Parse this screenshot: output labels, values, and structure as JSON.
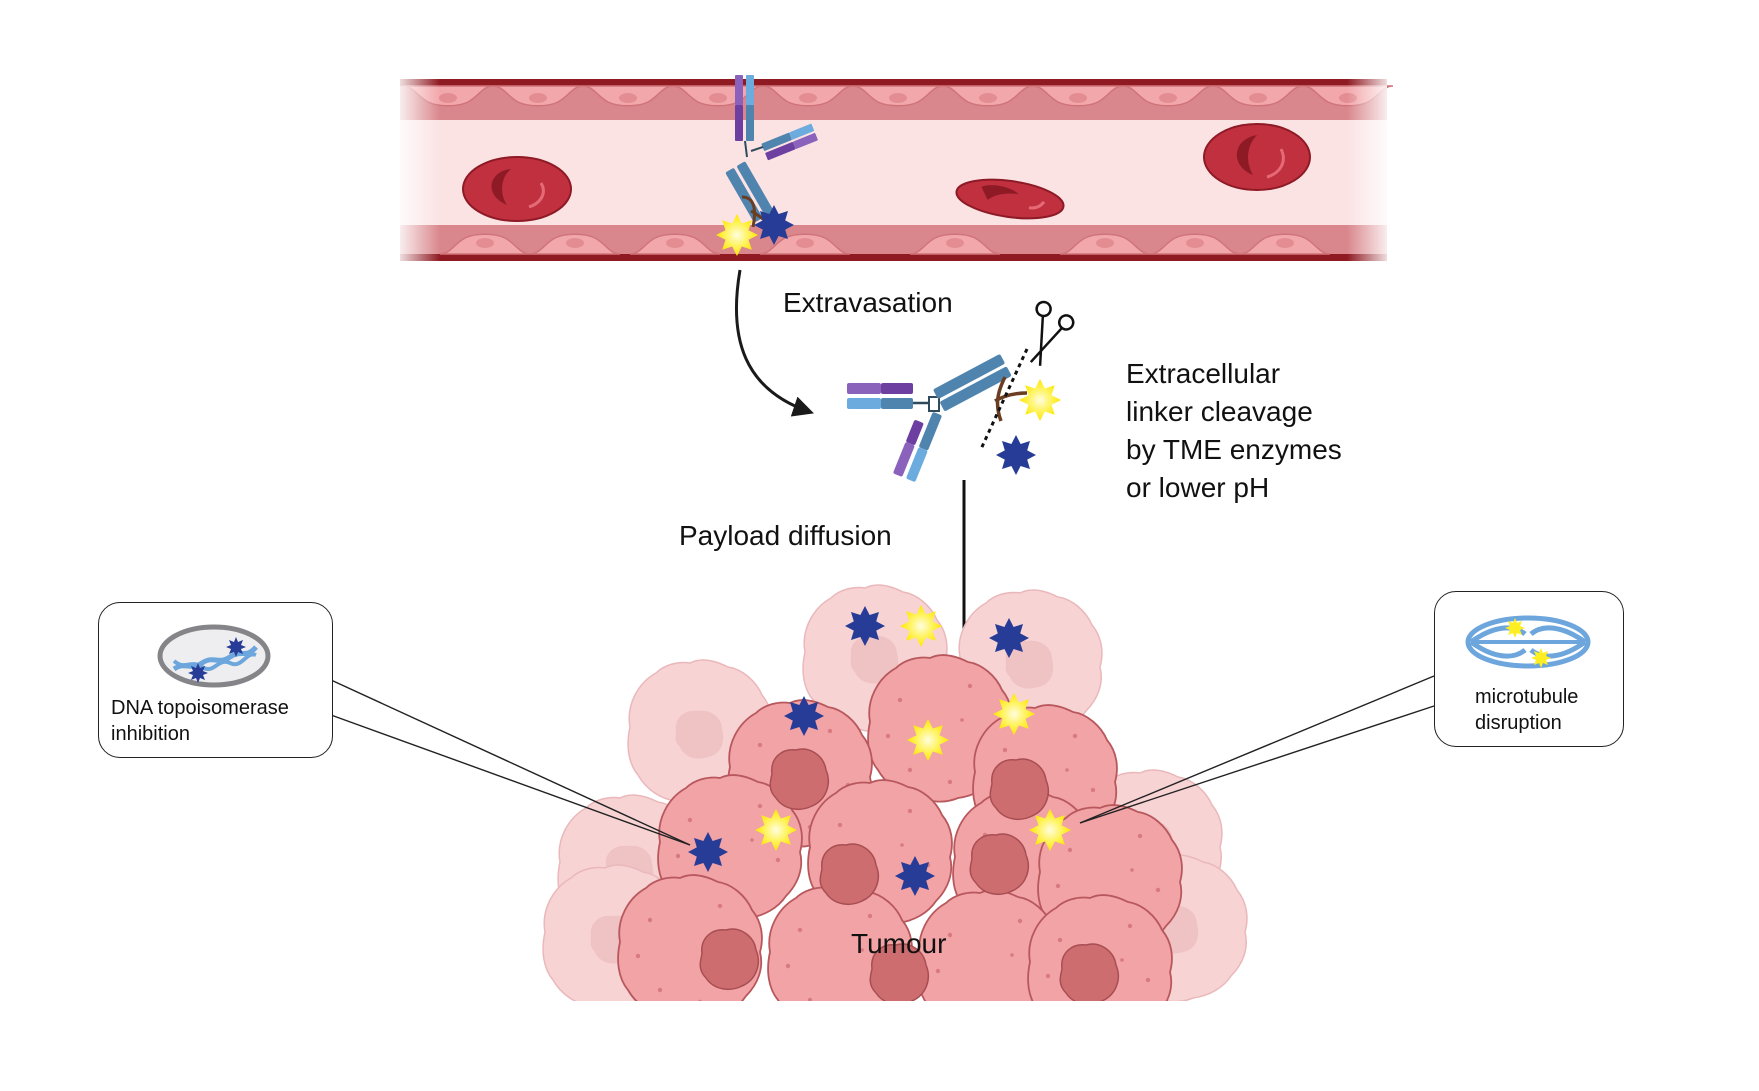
{
  "diagram": {
    "title": "Extracellular payload release from antibody-drug conjugate in tumour microenvironment",
    "labels": {
      "extravasation": "Extravasation",
      "linker_cleavage": [
        "Extracellular",
        "linker cleavage",
        "by TME enzymes",
        "or lower pH"
      ],
      "payload_diffusion": "Payload diffusion",
      "tumour": "Tumour"
    },
    "callouts": {
      "left": {
        "lines": [
          "DNA topoisomerase",
          "inhibition"
        ],
        "icon": "dna-nucleus-icon"
      },
      "right": {
        "lines": [
          "microtubule",
          "disruption"
        ],
        "icon": "microtubule-spindle-icon"
      }
    },
    "icons": {
      "blood_vessel": "blood-vessel-icon",
      "red_blood_cell": "red-blood-cell-icon",
      "antibody": "antibody-drug-conjugate-icon",
      "scissors": "scissors-icon",
      "payload_a": "blue-star-payload-icon",
      "payload_b": "yellow-star-payload-icon"
    },
    "colors": {
      "vessel_wall": "#d9878c",
      "vessel_wall_dark": "#8f1a22",
      "vessel_lumen": "#fbe3e4",
      "endothelial_cell": "#f2a7ab",
      "rbc": "#c0303f",
      "rbc_dark": "#8e1a26",
      "antibody_heavy": "#4f84ae",
      "antibody_light_blue": "#6cabde",
      "antibody_purple": "#6d3fa0",
      "linker": "#6b3e22",
      "payload_blue": "#263c96",
      "payload_yellow": "#ffee22",
      "tumour_cell": "#f0a2a4",
      "tumour_nucleus": "#cd6d70",
      "tumour_faded": "#f6cfd0"
    }
  }
}
